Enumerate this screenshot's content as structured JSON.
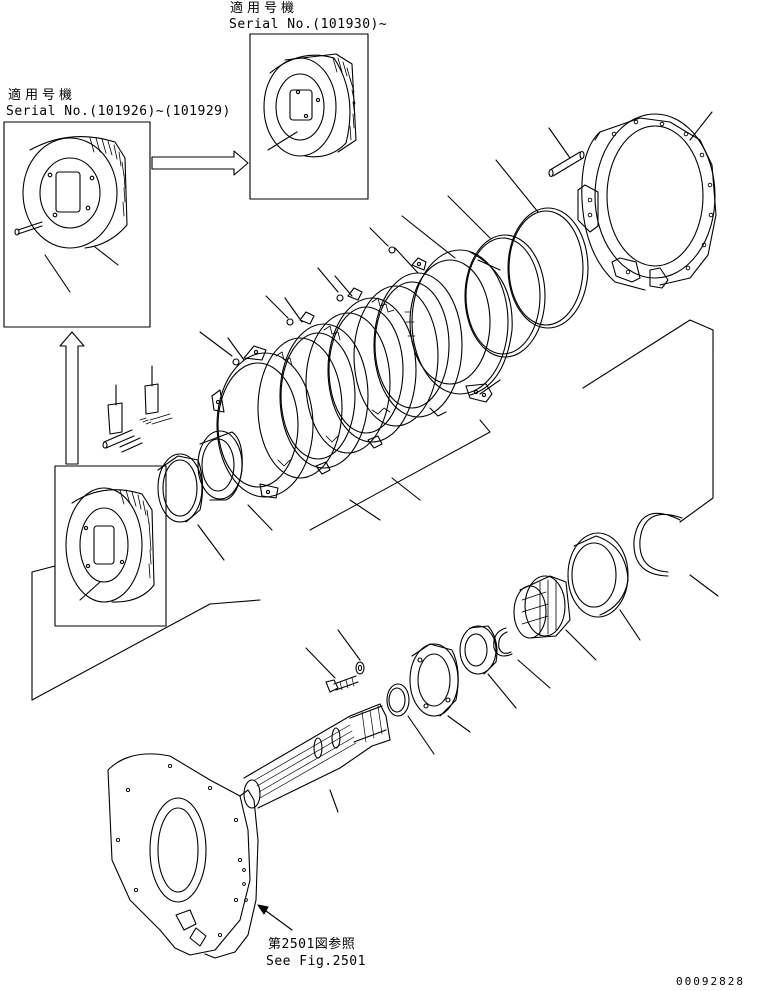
{
  "labels": {
    "top_applicable_jp": "適用号機",
    "top_serial": "Serial No.(101930)~",
    "left_applicable_jp": "適用号機",
    "left_serial": "Serial No.(101926)~(101929)",
    "see_fig_jp": "第2501図参照",
    "see_fig_en": "See Fig.2501",
    "drawing_number": "00092828"
  }
}
